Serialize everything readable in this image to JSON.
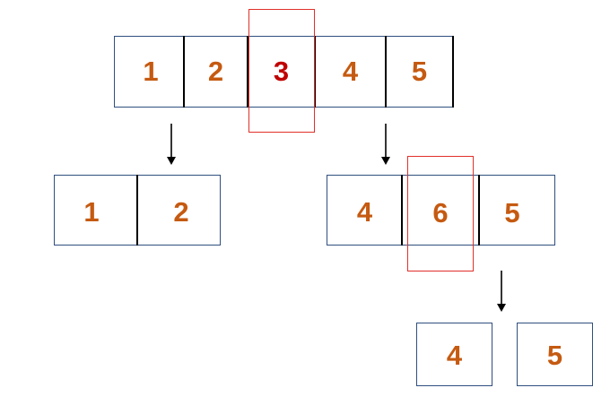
{
  "colors": {
    "number": "#c55a11",
    "highlight_number": "#c00000",
    "box_border": "#2f4f7f",
    "highlight_border": "#e0302a",
    "divider": "#000000"
  },
  "top_row": {
    "cells": [
      "1",
      "2",
      "3",
      "4",
      "5"
    ],
    "highlighted_index": 2
  },
  "left_row": {
    "cells": [
      "1",
      "2"
    ]
  },
  "right_row": {
    "cells": [
      "4",
      "6",
      "5"
    ],
    "highlighted_index": 1
  },
  "bottom_row": {
    "cells": [
      "4",
      "5"
    ]
  }
}
